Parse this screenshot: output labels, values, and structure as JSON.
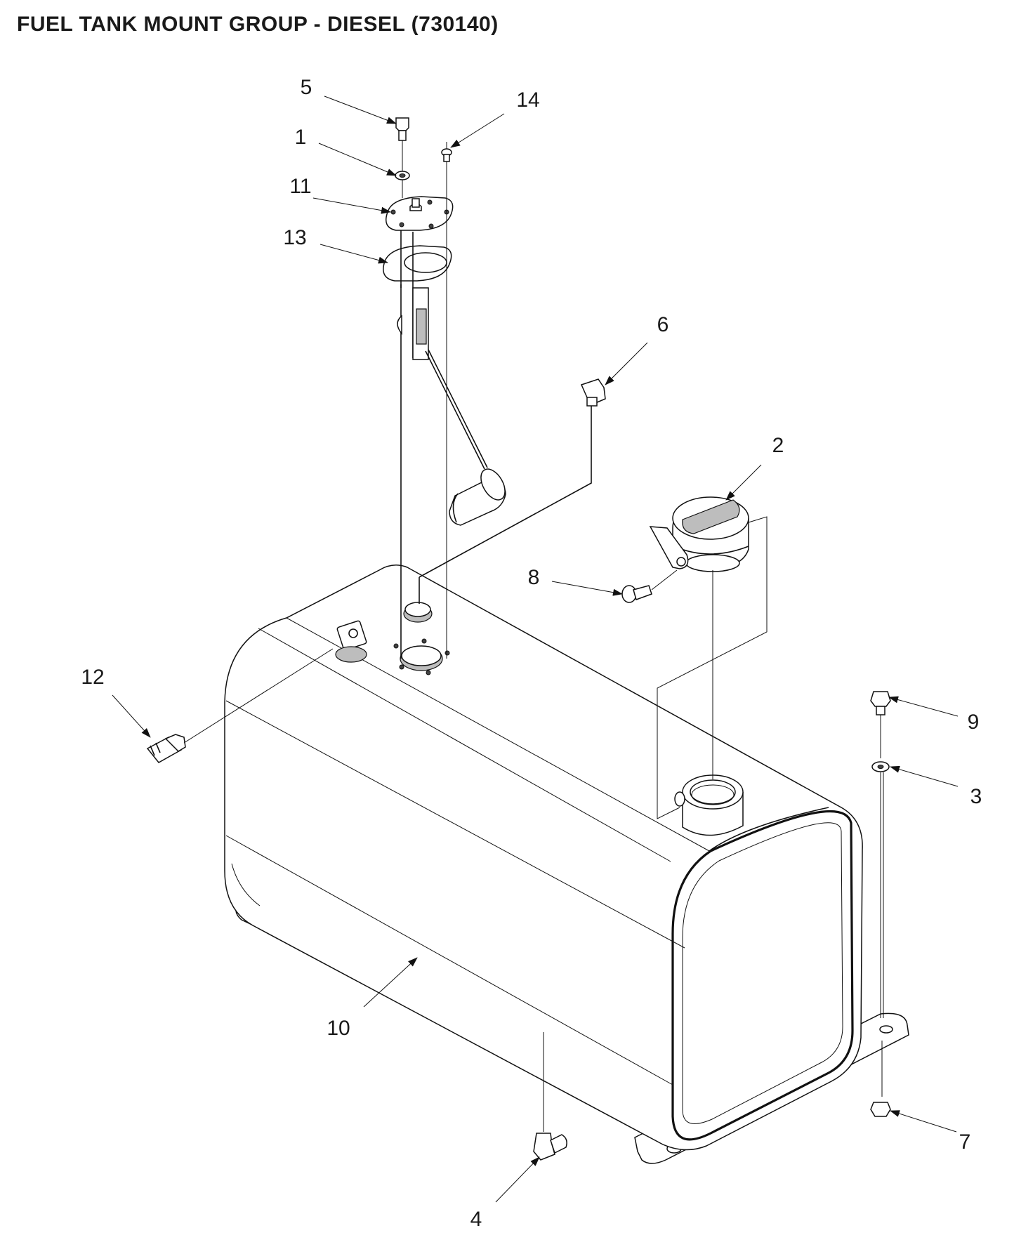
{
  "title": "FUEL TANK MOUNT GROUP - DIESEL (730140)",
  "callouts": [
    {
      "id": "c1",
      "label": "1"
    },
    {
      "id": "c2",
      "label": "2"
    },
    {
      "id": "c3",
      "label": "3"
    },
    {
      "id": "c4",
      "label": "4"
    },
    {
      "id": "c5",
      "label": "5"
    },
    {
      "id": "c6",
      "label": "6"
    },
    {
      "id": "c7",
      "label": "7"
    },
    {
      "id": "c8",
      "label": "8"
    },
    {
      "id": "c9",
      "label": "9"
    },
    {
      "id": "c10",
      "label": "10"
    },
    {
      "id": "c11",
      "label": "11"
    },
    {
      "id": "c12",
      "label": "12"
    },
    {
      "id": "c13",
      "label": "13"
    },
    {
      "id": "c14",
      "label": "14"
    }
  ]
}
